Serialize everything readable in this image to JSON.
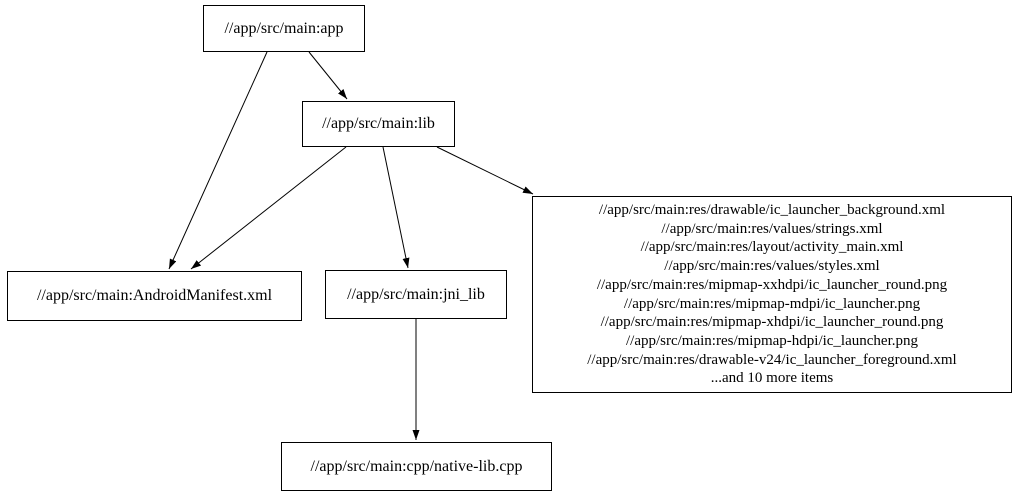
{
  "diagram": {
    "type": "dependency-graph",
    "colors": {
      "background": "#ffffff",
      "node_border": "#000000",
      "node_fill": "#ffffff",
      "text": "#000000",
      "edge": "#000000"
    },
    "nodes": {
      "app": {
        "label": "//app/src/main:app"
      },
      "lib": {
        "label": "//app/src/main:lib"
      },
      "manifest": {
        "label": "//app/src/main:AndroidManifest.xml"
      },
      "jni_lib": {
        "label": "//app/src/main:jni_lib"
      },
      "native_lib": {
        "label": "//app/src/main:cpp/native-lib.cpp"
      },
      "res": {
        "lines": [
          "//app/src/main:res/drawable/ic_launcher_background.xml",
          "//app/src/main:res/values/strings.xml",
          "//app/src/main:res/layout/activity_main.xml",
          "//app/src/main:res/values/styles.xml",
          "//app/src/main:res/mipmap-xxhdpi/ic_launcher_round.png",
          "//app/src/main:res/mipmap-mdpi/ic_launcher.png",
          "//app/src/main:res/mipmap-xhdpi/ic_launcher_round.png",
          "//app/src/main:res/mipmap-hdpi/ic_launcher.png",
          "//app/src/main:res/drawable-v24/ic_launcher_foreground.xml",
          "...and 10 more items"
        ]
      }
    },
    "edges": [
      {
        "from": "app",
        "to": "lib"
      },
      {
        "from": "app",
        "to": "manifest"
      },
      {
        "from": "lib",
        "to": "manifest"
      },
      {
        "from": "lib",
        "to": "jni_lib"
      },
      {
        "from": "lib",
        "to": "res"
      },
      {
        "from": "jni_lib",
        "to": "native_lib"
      }
    ]
  }
}
